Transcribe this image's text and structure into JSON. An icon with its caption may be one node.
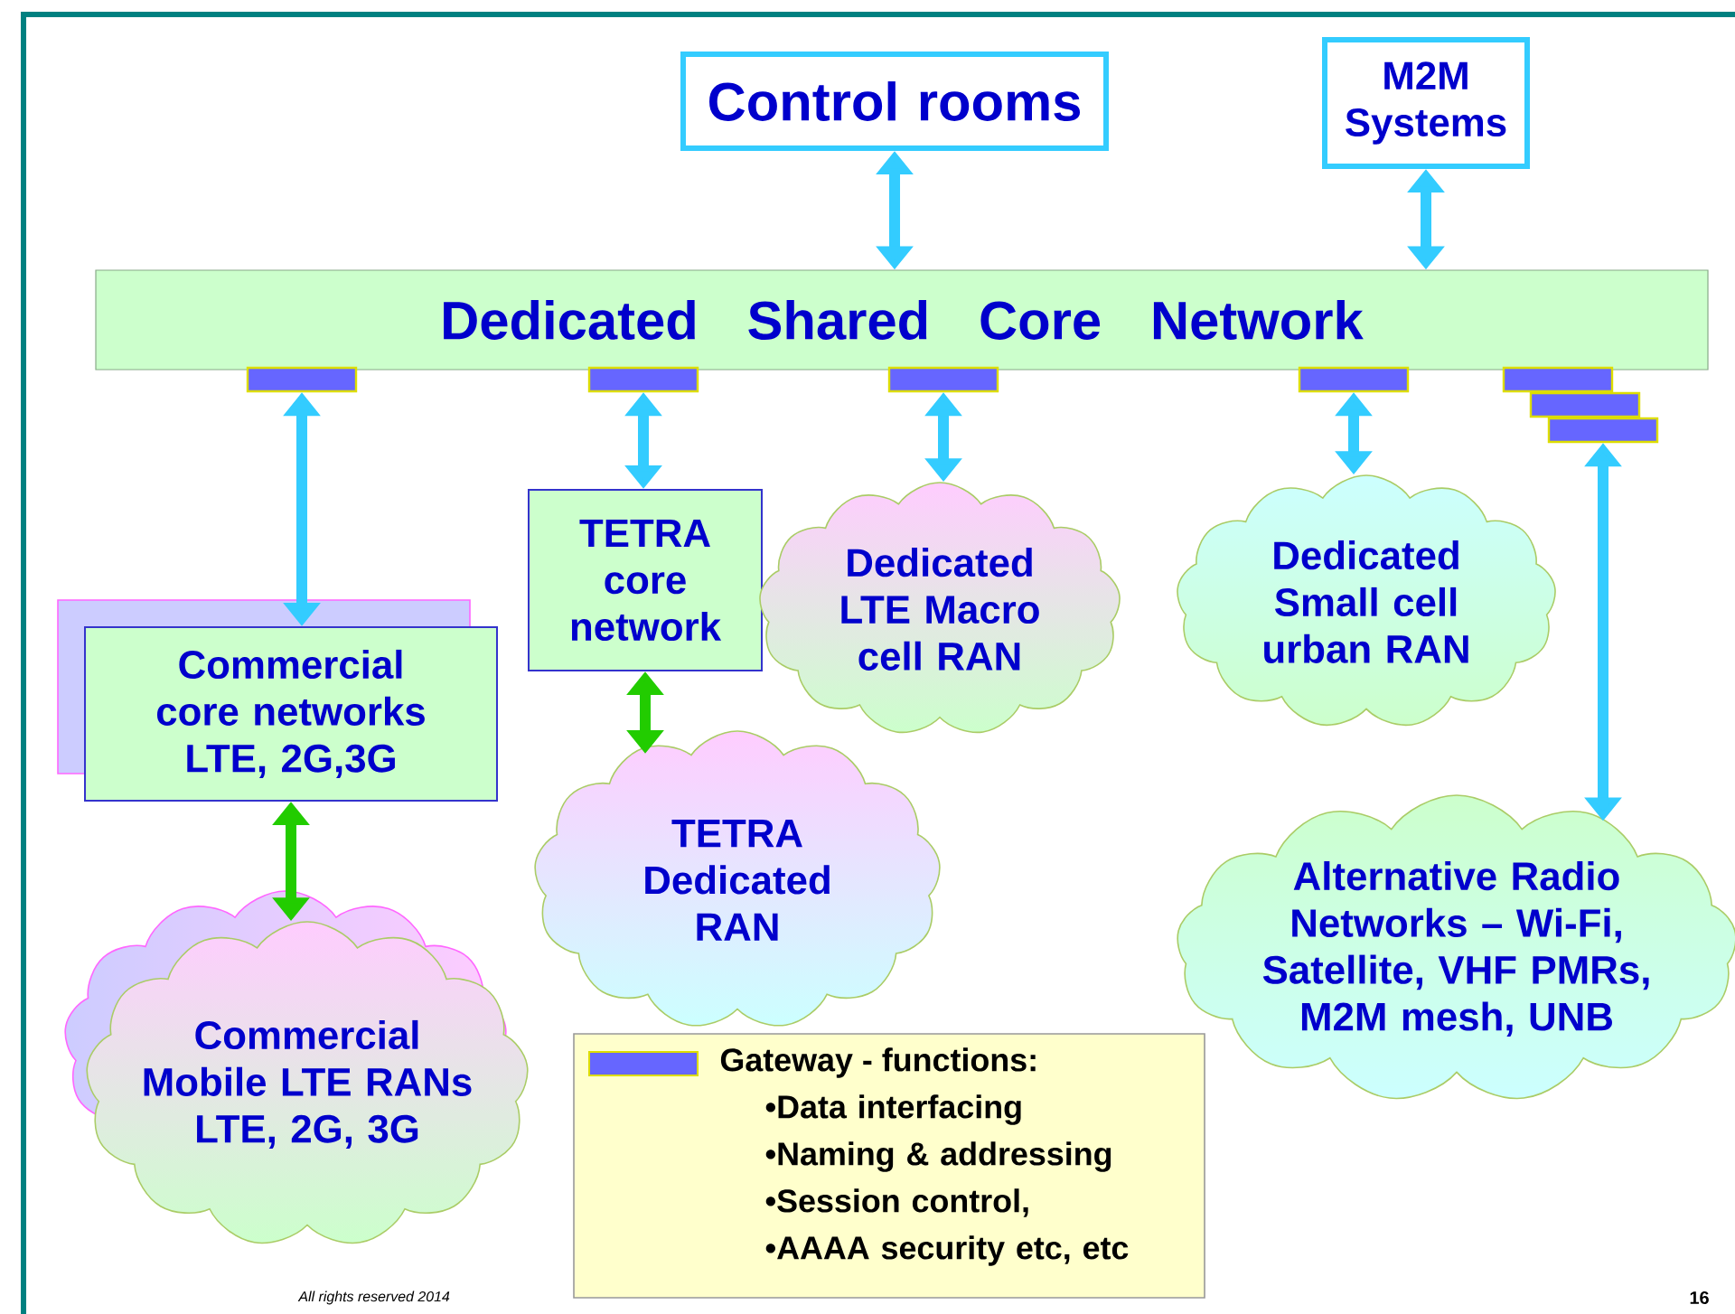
{
  "diagram": {
    "nodes": [
      {
        "text": [
          "Control rooms"
        ]
      },
      {
        "text": [
          "M2M Systems"
        ]
      },
      {
        "text": [
          "Dedicated Shared Core Network"
        ]
      },
      {
        "text": [],
        "shape": "bar"
      },
      {
        "text": [],
        "shape": "bar"
      },
      {
        "text": [],
        "shape": "bar"
      },
      {
        "text": [],
        "shape": "bar"
      },
      {
        "text": [],
        "shape": "bar"
      },
      {
        "text": [],
        "shape": "bar"
      },
      {
        "text": [],
        "shape": "bar"
      },
      {
        "text": [
          "TETRA core network"
        ]
      },
      {
        "text": [
          "Dedicated LTE Macro cell RAN"
        ]
      },
      {
        "text": [
          "Dedicated Small cell urban RAN"
        ]
      },
      {
        "text": [
          "Commercial core networks LTE, 2G,3G"
        ]
      },
      {
        "text": [
          "TETRA Dedicated RAN"
        ]
      },
      {
        "text": [
          "Alternative Radio Networks – Wi-Fi, Satellite, VHF PMRs, M2M mesh, UNB"
        ]
      },
      {
        "text": [
          "Commercial Mobile LTE RANs LTE, 2G, 3G"
        ]
      },
      {
        "text": [
          "•Data interfacing",
          "•Naming & addressing",
          "•Session control,",
          "•AAAA security etc, etc"
        ]
      }
    ],
    "edges": [
      {
        "from": 0,
        "to": 2,
        "arrow": "both"
      },
      {
        "from": 1,
        "to": 2,
        "arrow": "both"
      },
      {
        "from": 3,
        "to": 13,
        "arrow": "both"
      },
      {
        "from": 4,
        "to": 10,
        "arrow": "both"
      },
      {
        "from": 5,
        "to": 11,
        "arrow": "both"
      },
      {
        "from": 6,
        "to": 12,
        "arrow": "both"
      },
      {
        "from": 9,
        "to": 15,
        "arrow": "both"
      },
      {
        "from": 13,
        "to": 16,
        "arrow": "both",
        "color": "#22cc00"
      },
      {
        "from": 10,
        "to": 14,
        "arrow": "both",
        "color": "#22cc00"
      }
    ],
    "labels": [
      "All rights reserved 2014",
      "16"
    ],
    "legend": [
      {
        "text": "Gateway - functions:",
        "color": "#6666ff"
      }
    ]
  }
}
